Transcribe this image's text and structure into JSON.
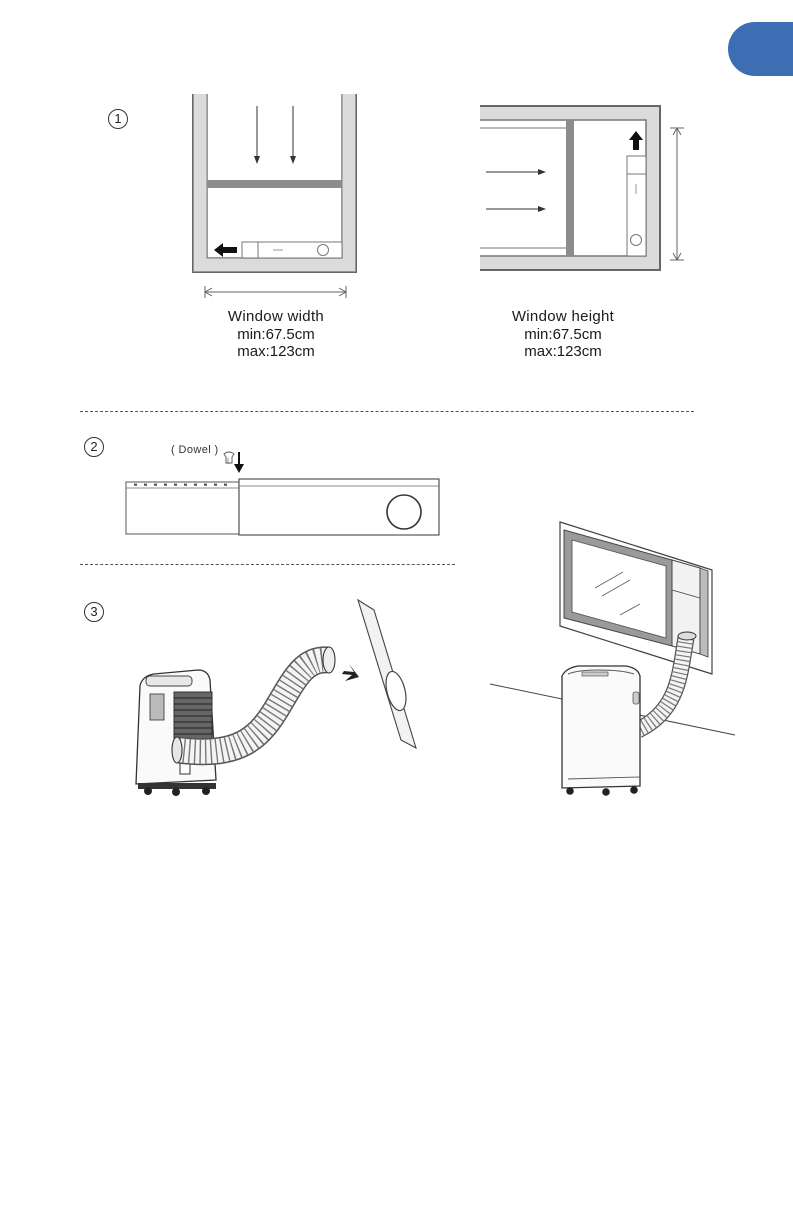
{
  "page": {
    "tab_color": "#3d6eb3"
  },
  "step1": {
    "number": "1",
    "width_caption": {
      "title": "Window  width",
      "min": "min:67.5cm",
      "max": "max:123cm"
    },
    "height_caption": {
      "title": "Window  height",
      "min": "min:67.5cm",
      "max": "max:123cm"
    }
  },
  "step2": {
    "number": "2",
    "dowel_label": "( Dowel )"
  },
  "step3": {
    "number": "3"
  },
  "icons": [
    "step-1-circled-number",
    "step-2-circled-number",
    "step-3-circled-number",
    "arrow-left-icon",
    "arrow-up-icon",
    "arrow-down-icon",
    "arrow-right-icon",
    "dowel-screw-icon"
  ]
}
